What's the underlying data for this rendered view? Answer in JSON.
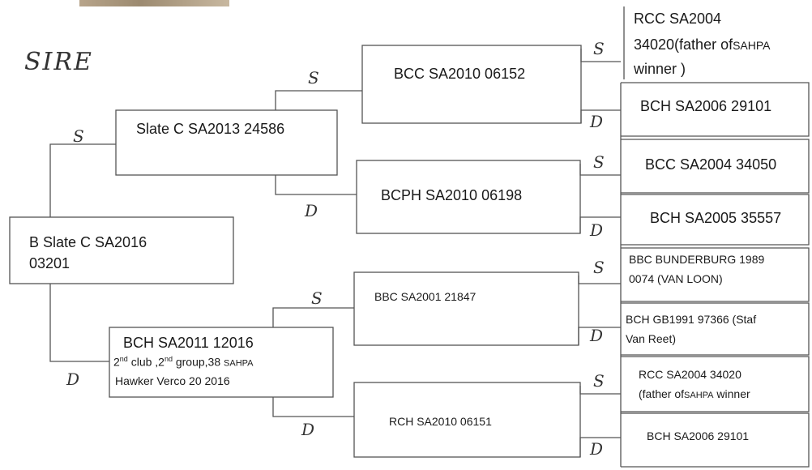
{
  "title": "SIRE",
  "sire_letter": "S",
  "dam_letter": "D",
  "root": {
    "line1": "B Slate C SA2016",
    "line2": "03201"
  },
  "sire": {
    "name": "Slate C SA2013 24586"
  },
  "dam": {
    "name": "BCH SA2011 12016",
    "note_a": "nd",
    "note_b": " club ,2",
    "note_c": " group,38 ",
    "note_num": "2",
    "note_num2": "nd",
    "note_org": "SAHPA",
    "note_line2": "Hawker Verco 20 2016"
  },
  "grandparents": {
    "ss": "BCC SA2010 06152",
    "sd": "BCPH SA2010 06198",
    "ds": "BBC SA2001 21847",
    "dd": "RCH SA2010 06151"
  },
  "great_grandparents": {
    "sss_line1": "RCC SA2004",
    "sss_line2": "34020(father of",
    "sss_org": "SAHPA",
    "sss_line3": "winner )",
    "ssd": "BCH SA2006 29101",
    "sds": "BCC SA2004 34050",
    "sdd": "BCH SA2005 35557",
    "dss_line1": "BBC BUNDERBURG 1989",
    "dss_line2": "0074 (VAN LOON)",
    "dsd_line1": "BCH GB1991 97366 (Staf",
    "dsd_line2": "Van Reet)",
    "dds_line1": "RCC SA2004 34020",
    "dds_line2": "(father of",
    "dds_org": "SAHPA",
    "dds_line2b": " winner",
    "ddd": "BCH SA2006 29101"
  }
}
